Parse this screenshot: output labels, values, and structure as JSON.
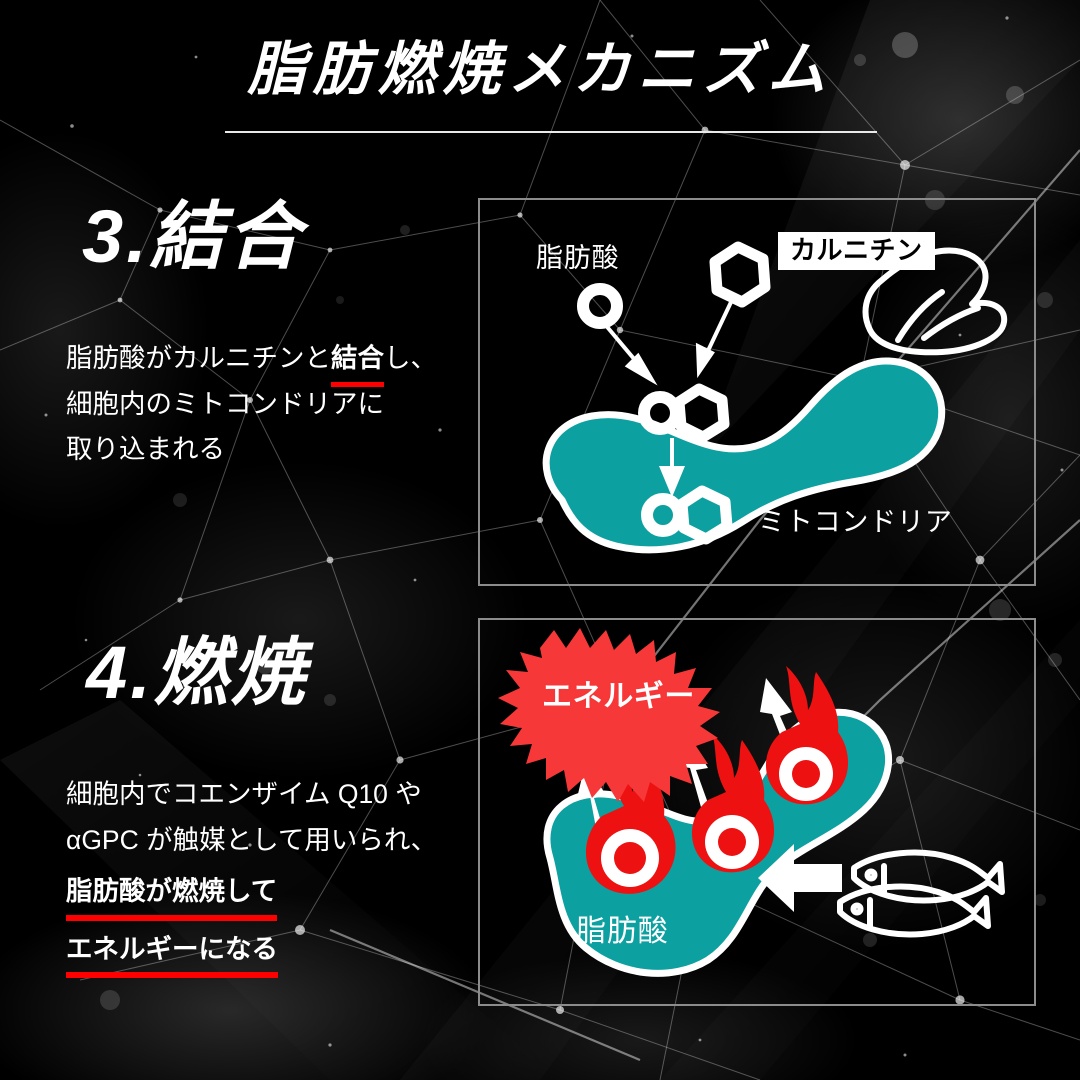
{
  "header": {
    "title": "脂肪燃焼メカニズム",
    "rule_color": "#e9e9e9"
  },
  "theme": {
    "background": "#000000",
    "text": "#ffffff",
    "accent_red": "#ff0000",
    "energy_red": "#f73838",
    "flame_red": "#ee1111",
    "mitochondria_teal": "#0da0a0",
    "panel_border": "#8c8c8c",
    "chip_background": "#ffffff",
    "chip_text": "#000000"
  },
  "sections": [
    {
      "number": "3.",
      "heading": "3.結合",
      "body_lines": [
        {
          "pre": "脂肪酸がカルニチンと",
          "highlight": "結合",
          "post": "し、",
          "underline": true,
          "bold_whole": false
        },
        {
          "pre": "細胞内のミトコンドリアに",
          "highlight": "",
          "post": "",
          "underline": false,
          "bold_whole": false
        },
        {
          "pre": "取り込まれる",
          "highlight": "",
          "post": "",
          "underline": false,
          "bold_whole": false
        }
      ],
      "diagram": {
        "labels": {
          "fatty_acid": "脂肪酸",
          "carnitine_chip": "カルニチン",
          "mitochondria": "ミトコンドリア"
        },
        "icons": [
          "fatty-acid-circle",
          "carnitine-hexagon",
          "bound-complex",
          "meat-outline",
          "mitochondria-blob",
          "arrow-down"
        ]
      }
    },
    {
      "number": "4.",
      "heading": "4.燃焼",
      "body_lines": [
        {
          "pre": "細胞内でコエンザイム Q10 や",
          "highlight": "",
          "post": "",
          "underline": false,
          "bold_whole": false
        },
        {
          "pre": "αGPC が触媒として用いられ、",
          "highlight": "",
          "post": "",
          "underline": false,
          "bold_whole": false
        },
        {
          "pre": "脂肪酸が燃焼して",
          "highlight": "",
          "post": "",
          "underline": true,
          "bold_whole": true
        },
        {
          "pre": "エネルギーになる",
          "highlight": "",
          "post": "",
          "underline": true,
          "bold_whole": true
        }
      ],
      "diagram": {
        "labels": {
          "energy_burst": "エネルギー",
          "fatty_acid_blob": "脂肪酸"
        },
        "icons": [
          "energy-starburst",
          "flame-icon",
          "flame-icon",
          "flame-icon",
          "fatty-acid-blob",
          "fish-outline",
          "fish-outline",
          "block-arrow-left"
        ]
      }
    }
  ]
}
